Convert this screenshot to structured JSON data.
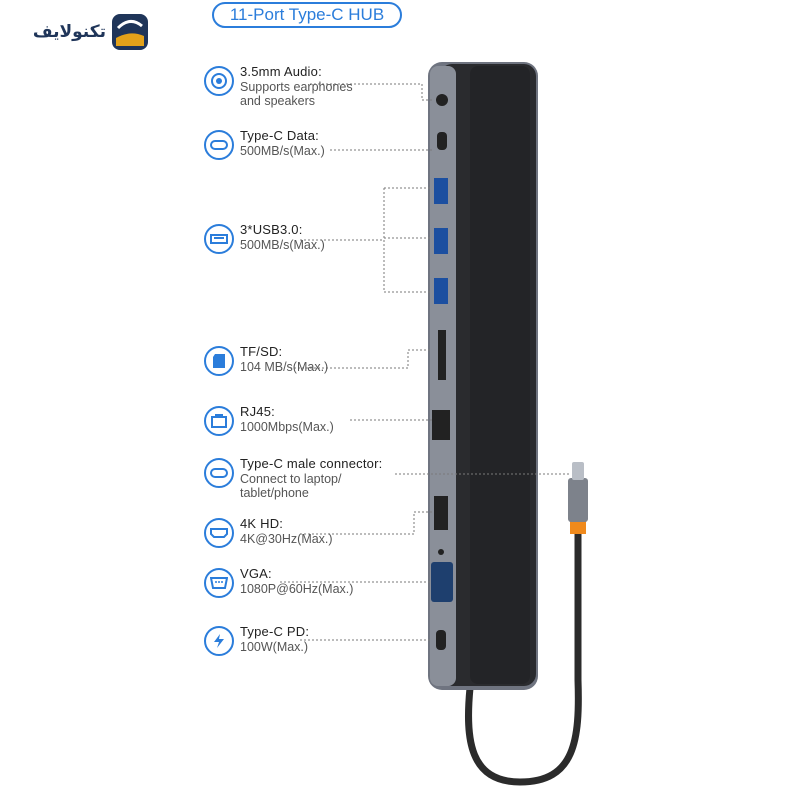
{
  "brand": {
    "name": "تکنولایف"
  },
  "title": "11-Port Type-C HUB",
  "features": [
    {
      "title": "3.5mm Audio:",
      "desc": "Supports earphones\nand speakers",
      "icon": "audio-jack-icon"
    },
    {
      "title": "Type-C Data:",
      "desc": "500MB/s(Max.)",
      "icon": "usb-c-icon"
    },
    {
      "title": "3*USB3.0:",
      "desc": "500MB/s(Max.)",
      "icon": "usb-a-icon"
    },
    {
      "title": "TF/SD:",
      "desc": "104 MB/s(Max.)",
      "icon": "sd-card-icon"
    },
    {
      "title": "RJ45:",
      "desc": "1000Mbps(Max.)",
      "icon": "ethernet-icon"
    },
    {
      "title": "Type-C male connector:",
      "desc": "Connect to laptop/\ntablet/phone",
      "icon": "usb-c-icon"
    },
    {
      "title": "4K HD:",
      "desc": "4K@30Hz(Max.)",
      "icon": "hdmi-icon"
    },
    {
      "title": "VGA:",
      "desc": "1080P@60Hz(Max.)",
      "icon": "vga-icon"
    },
    {
      "title": "Type-C PD:",
      "desc": "100W(Max.)",
      "icon": "lightning-icon"
    }
  ],
  "colors": {
    "accent": "#2b7ddb",
    "brand": "#1f3559",
    "hub": "#2a2b2e",
    "hub_side": "#8a8f99",
    "cable_ring": "#f08a1c"
  }
}
